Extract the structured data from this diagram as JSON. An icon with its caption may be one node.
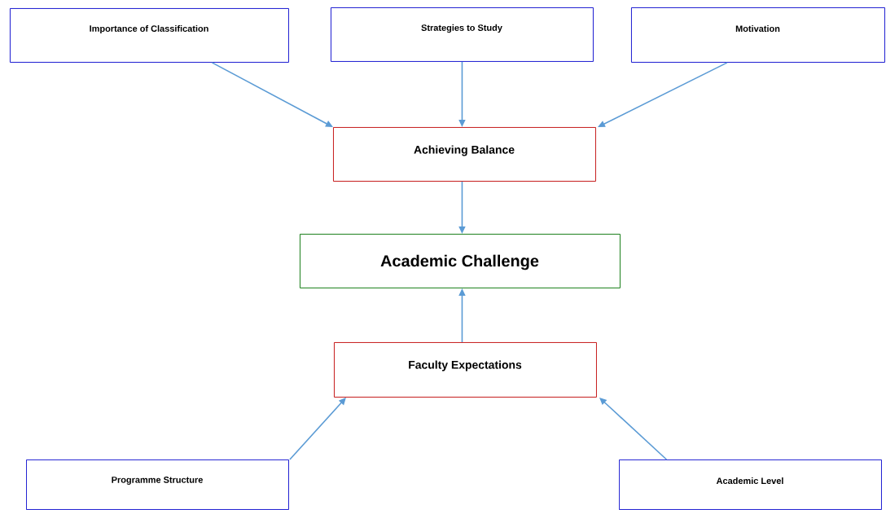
{
  "diagram": {
    "nodes": [
      {
        "text": [
          "Importance of Classification"
        ]
      },
      {
        "text": [
          "Strategies to Study"
        ]
      },
      {
        "text": [
          "Motivation"
        ]
      },
      {
        "text": [
          "Achieving Balance"
        ]
      },
      {
        "text": [
          "Academic Challenge"
        ]
      },
      {
        "text": [
          "Faculty Expectations"
        ]
      },
      {
        "text": [
          "Programme Structure"
        ]
      },
      {
        "text": [
          "Academic Level"
        ]
      }
    ],
    "edges": [
      {
        "from": 0,
        "to": 3,
        "arrow": "to"
      },
      {
        "from": 1,
        "to": 3,
        "arrow": "to"
      },
      {
        "from": 2,
        "to": 3,
        "arrow": "to"
      },
      {
        "from": 3,
        "to": 4,
        "arrow": "to"
      },
      {
        "from": 5,
        "to": 4,
        "arrow": "to"
      },
      {
        "from": 6,
        "to": 5,
        "arrow": "to"
      },
      {
        "from": 7,
        "to": 5,
        "arrow": "to"
      }
    ]
  }
}
